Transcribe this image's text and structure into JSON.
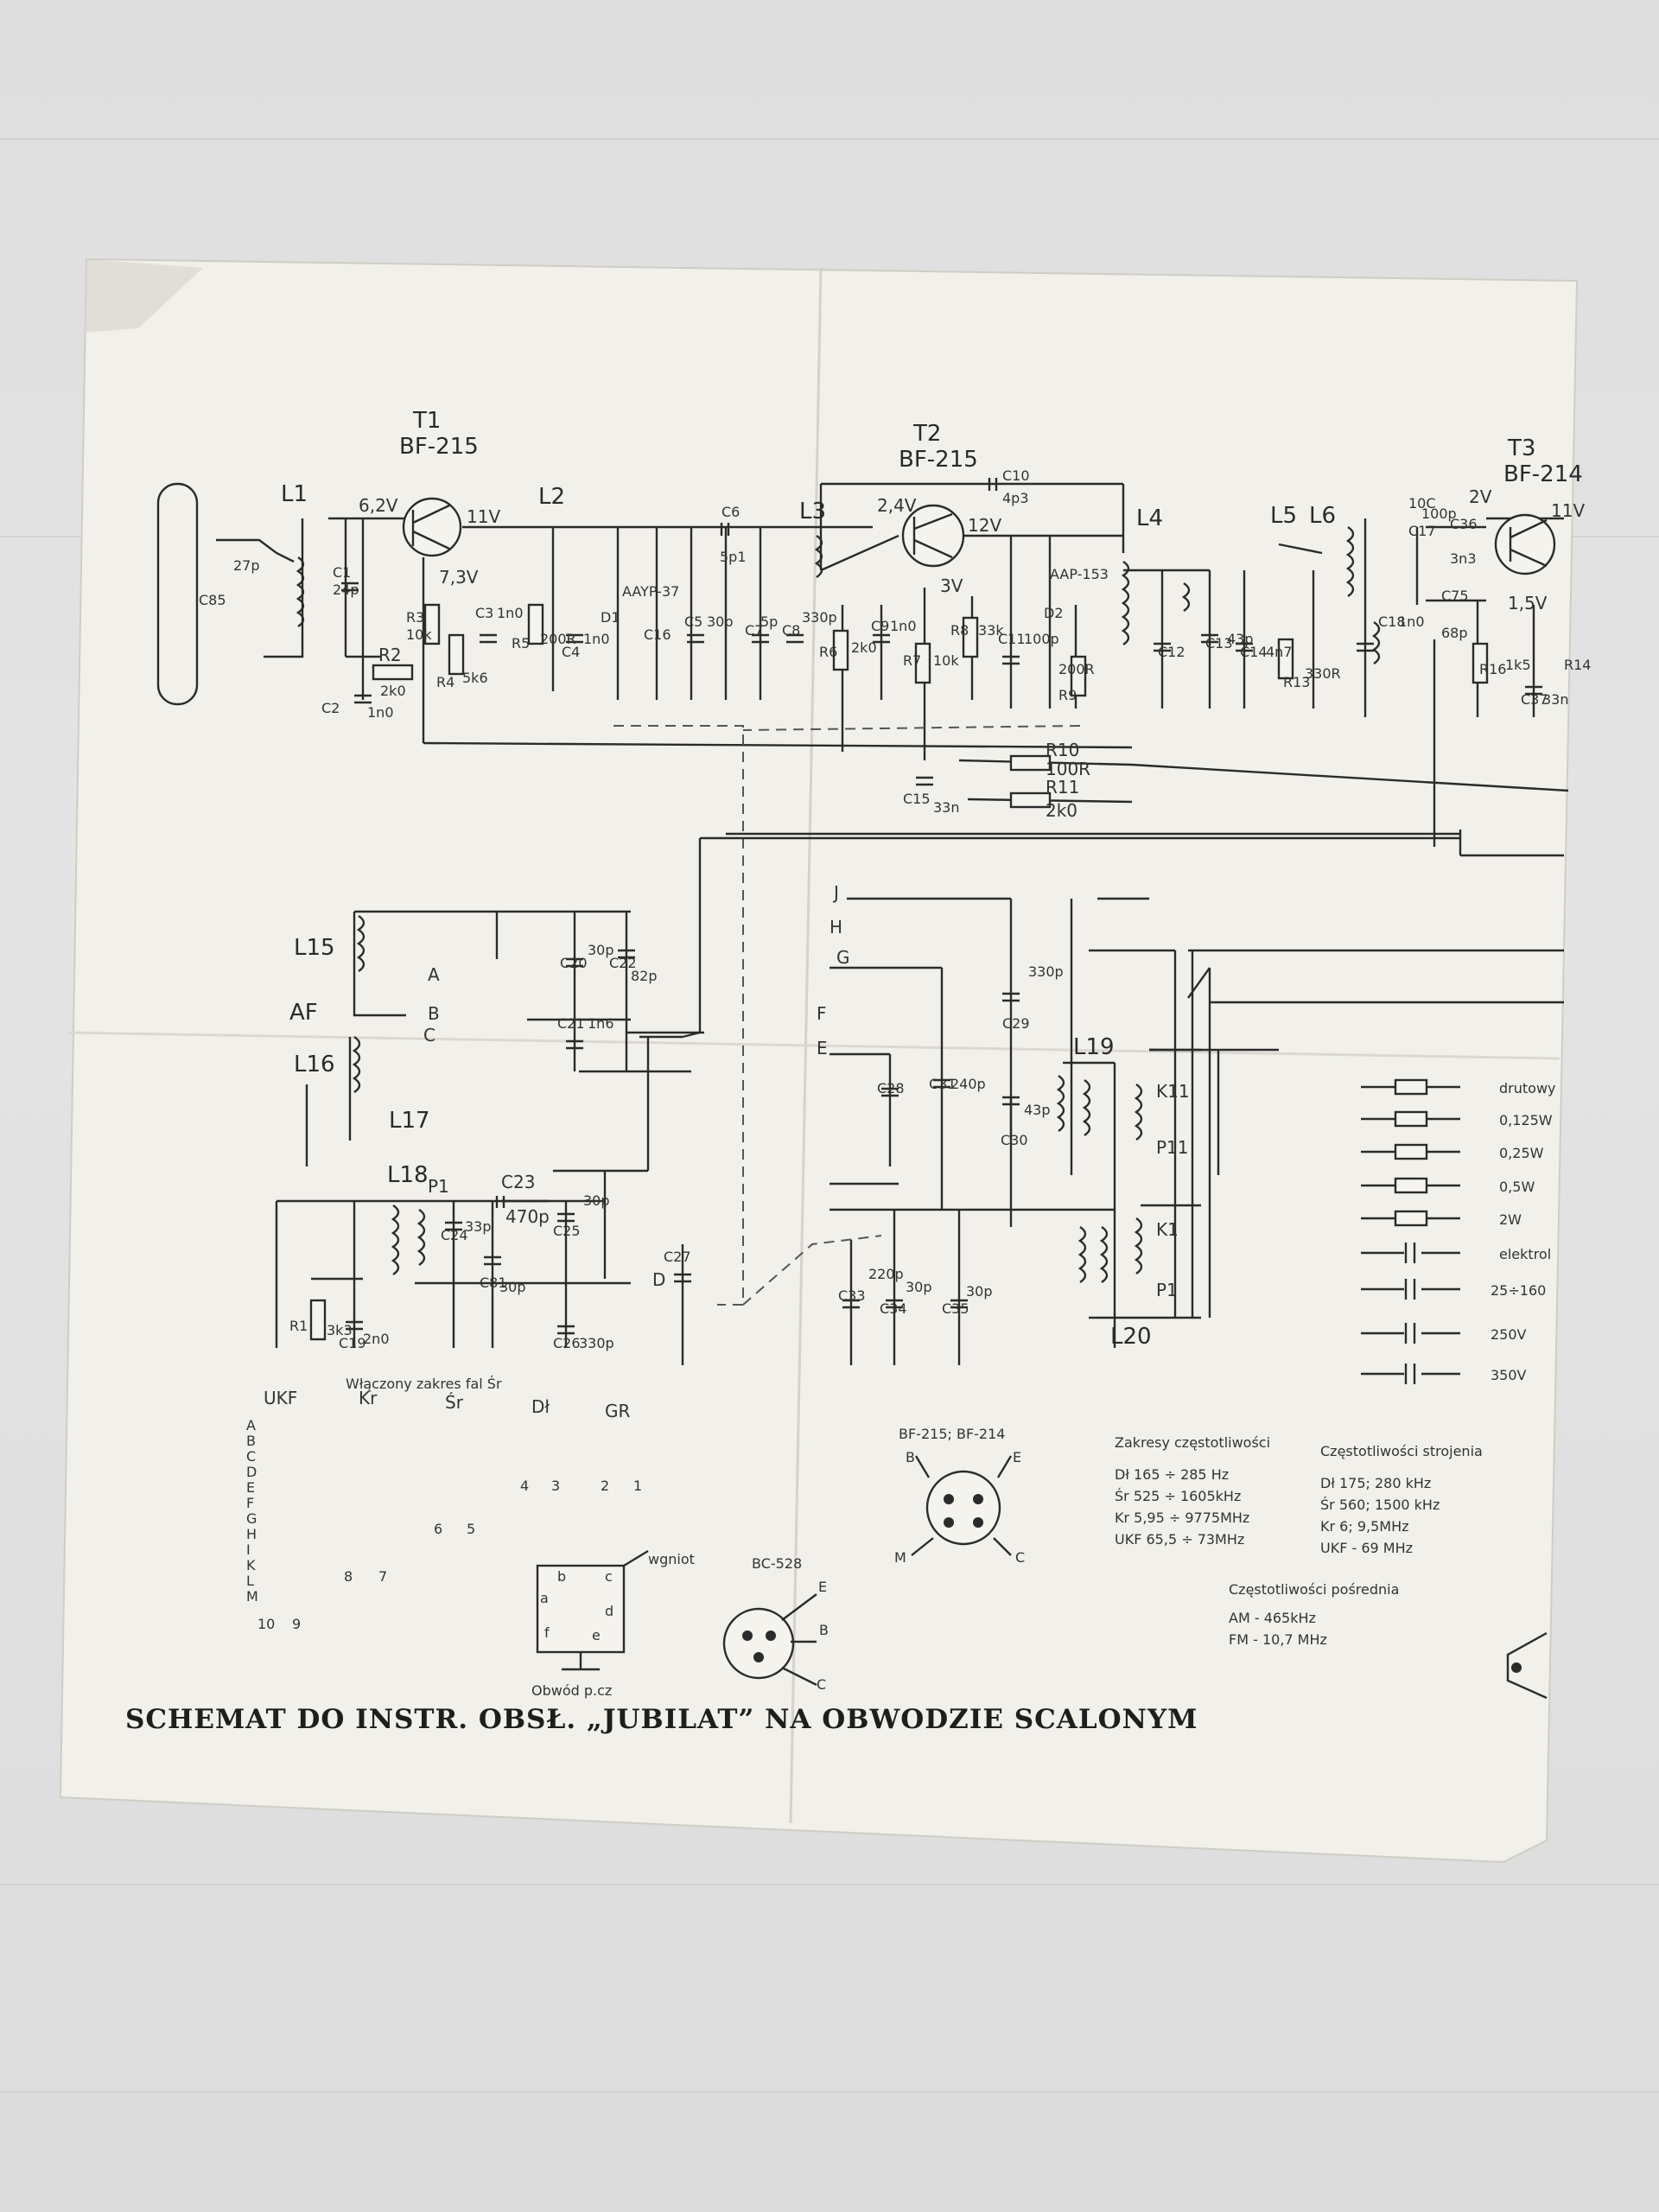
{
  "title": "SCHEMAT DO INSTR. OBSŁ. „JUBILAT” NA OBWODZIE SCALONYM",
  "transistors": {
    "t1": {
      "name": "T1",
      "type": "BF-215"
    },
    "t2": {
      "name": "T2",
      "type": "BF-215"
    },
    "t3": {
      "name": "T3",
      "type": "BF-214"
    }
  },
  "voltages": [
    "6,2V",
    "11V",
    "7,3V",
    "2,4V",
    "12V",
    "3V",
    "2V",
    "11V",
    "1,5V"
  ],
  "components_top": [
    "L1",
    "C85",
    "27p",
    "C1",
    "24p",
    "R2",
    "2k0",
    "C2",
    "1n0",
    "R3",
    "10k",
    "R4",
    "5k6",
    "C3",
    "1n0",
    "L2",
    "R5",
    "200R",
    "C4",
    "1n0",
    "D1",
    "AAYP-37",
    "C16",
    "C5",
    "30p",
    "C6",
    "5p1",
    "L3",
    "C7",
    "5p",
    "C8",
    "330p",
    "R6",
    "2k0",
    "C9",
    "1n0",
    "R7",
    "10k",
    "R8",
    "33k",
    "C10",
    "4p3",
    "C11",
    "100p",
    "D2",
    "AAP-153",
    "R9",
    "200R",
    "L4",
    "C12",
    "C13",
    "43p",
    "C14",
    "4n7",
    "L5",
    "R13",
    "330R",
    "L6",
    "C17",
    "100p",
    "C18",
    "1n0",
    "C36",
    "3n3",
    "C75",
    "68p",
    "R16",
    "1k5",
    "C37",
    "33n",
    "R10",
    "100R",
    "R11",
    "2k0",
    "C15",
    "33n",
    "10C",
    "R14"
  ],
  "components_bottom": [
    "L15",
    "AF",
    "L16",
    "L17",
    "L18",
    "P1",
    "C20",
    "30p",
    "C21",
    "1n6",
    "C22",
    "82p",
    "C23",
    "470p",
    "C24",
    "33p",
    "C81",
    "30p",
    "C25",
    "30p",
    "C26",
    "330p",
    "C27",
    "C19",
    "2n0",
    "R1",
    "3k3",
    "C29",
    "330p",
    "C28",
    "C31",
    "240p",
    "C30",
    "43p",
    "L19",
    "C33",
    "220p",
    "C34",
    "30p",
    "C35",
    "30p",
    "L20",
    "K11",
    "P11",
    "K1",
    "P1"
  ],
  "switch_letters": [
    "A",
    "B",
    "C",
    "D",
    "E",
    "F",
    "G",
    "H",
    "J"
  ],
  "legend": {
    "items": [
      "drutowy",
      "0,125W",
      "0,25W",
      "0,5W",
      "2W",
      "elektrol",
      "25÷160",
      "250V",
      "350V"
    ]
  },
  "band_table": {
    "heading": "Włączony zakres fal Śr",
    "columns": [
      "UKF",
      "Kr",
      "Śr",
      "Dł",
      "GR"
    ],
    "rows": [
      "A",
      "B",
      "C",
      "D",
      "E",
      "F",
      "G",
      "H",
      "I",
      "K",
      "L",
      "M"
    ],
    "footer_numbers": [
      "10",
      "9",
      "8",
      "7",
      "6",
      "5",
      "4",
      "3",
      "2",
      "1"
    ]
  },
  "pinouts": {
    "bf_label": "BF-215;    BF-214",
    "bf_pins": [
      "B",
      "E",
      "M",
      "C"
    ],
    "bc_label": "BC-528",
    "bc_pins": [
      "E",
      "B",
      "C"
    ],
    "ic_label": "Obwód p.cz",
    "ic_note": "wgniot",
    "ic_pins": [
      "b",
      "a",
      "c",
      "d",
      "f",
      "e"
    ]
  },
  "freq_ranges": {
    "title": "Zakresy częstotliwości",
    "lines": [
      "Dł  165 ÷ 285 Hz",
      "Śr  525 ÷ 1605kHz",
      "Kr  5,95 ÷ 9775MHz",
      "UKF  65,5 ÷ 73MHz"
    ]
  },
  "tuning": {
    "title": "Częstotliwości strojenia",
    "lines": [
      "Dł  175; 280 kHz",
      "Śr  560; 1500 kHz",
      "Kr  6; 9,5MHz",
      "UKF - 69 MHz"
    ]
  },
  "if_freq": {
    "title": "Częstotliwości pośrednia",
    "lines": [
      "AM - 465kHz",
      "FM - 10,7 MHz"
    ]
  }
}
